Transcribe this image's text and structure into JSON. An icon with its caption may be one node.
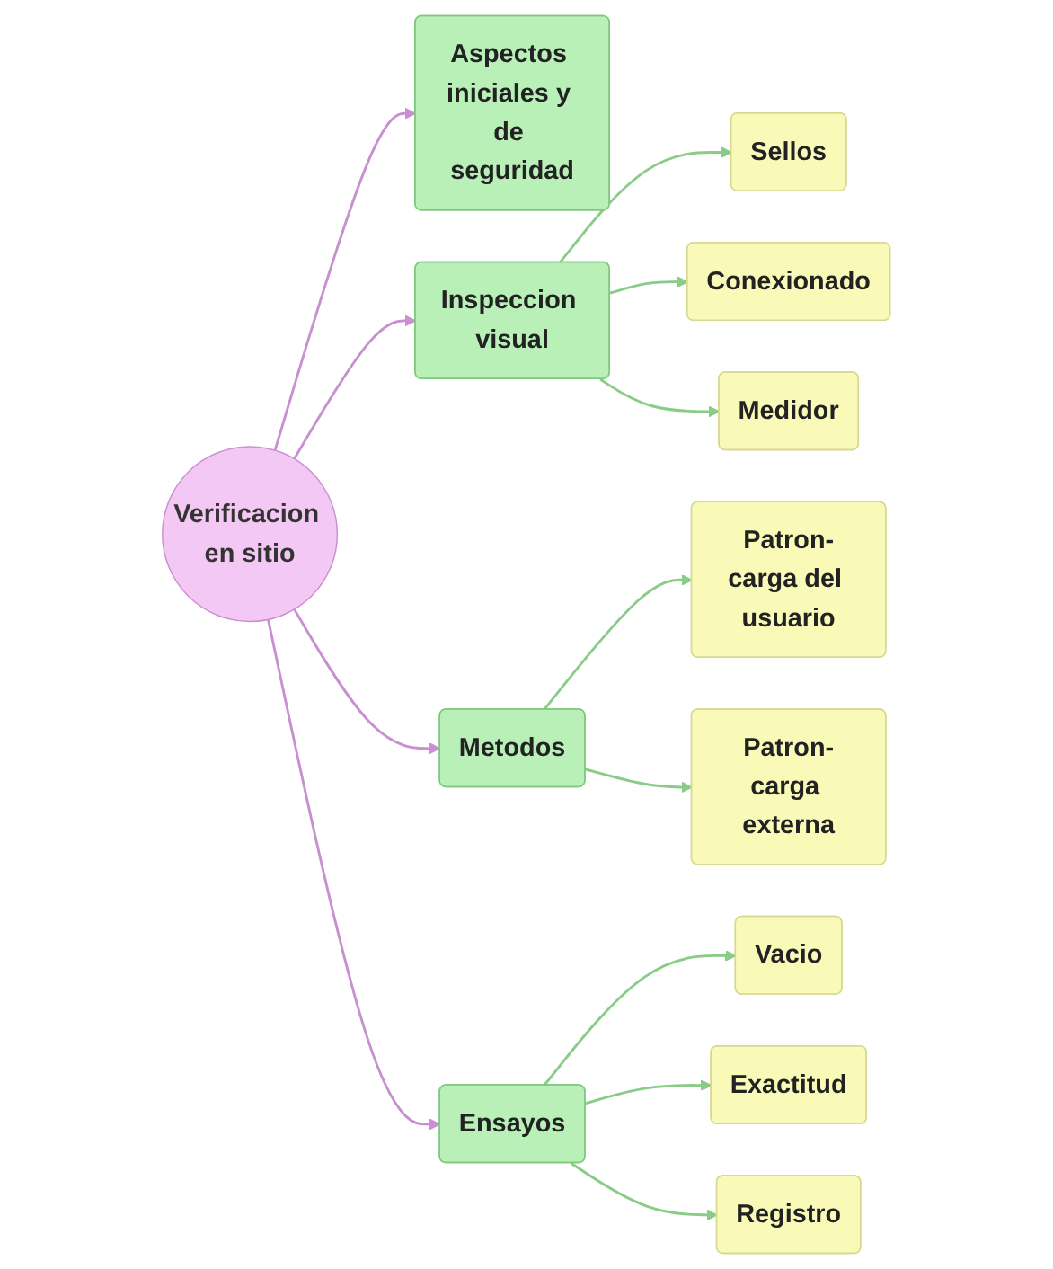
{
  "diagram": {
    "nodes": [
      {
        "text": [
          "Verificacion en sitio"
        ]
      },
      {
        "text": [
          "Aspectos iniciales y de seguridad"
        ]
      },
      {
        "text": [
          "Inspeccion visual"
        ]
      },
      {
        "text": [
          "Sellos"
        ]
      },
      {
        "text": [
          "Conexionado"
        ]
      },
      {
        "text": [
          "Medidor"
        ]
      },
      {
        "text": [
          "Metodos"
        ]
      },
      {
        "text": [
          "Patron-carga del usuario"
        ]
      },
      {
        "text": [
          "Patron-carga externa"
        ]
      },
      {
        "text": [
          "Ensayos"
        ]
      },
      {
        "text": [
          "Vacio"
        ]
      },
      {
        "text": [
          "Exactitud"
        ]
      },
      {
        "text": [
          "Registro"
        ]
      }
    ],
    "edges": [
      {
        "from": 0,
        "to": 1,
        "arrow": "to",
        "color": "#c890d0"
      },
      {
        "from": 0,
        "to": 2,
        "arrow": "to",
        "color": "#c890d0"
      },
      {
        "from": 0,
        "to": 6,
        "arrow": "to",
        "color": "#c890d0"
      },
      {
        "from": 0,
        "to": 9,
        "arrow": "to",
        "color": "#c890d0"
      },
      {
        "from": 2,
        "to": 3,
        "arrow": "to"
      },
      {
        "from": 2,
        "to": 4,
        "arrow": "to"
      },
      {
        "from": 2,
        "to": 5,
        "arrow": "to"
      },
      {
        "from": 6,
        "to": 7,
        "arrow": "to"
      },
      {
        "from": 6,
        "to": 8,
        "arrow": "to"
      },
      {
        "from": 9,
        "to": 10,
        "arrow": "to"
      },
      {
        "from": 9,
        "to": 11,
        "arrow": "to"
      },
      {
        "from": 9,
        "to": 12,
        "arrow": "to"
      }
    ]
  }
}
